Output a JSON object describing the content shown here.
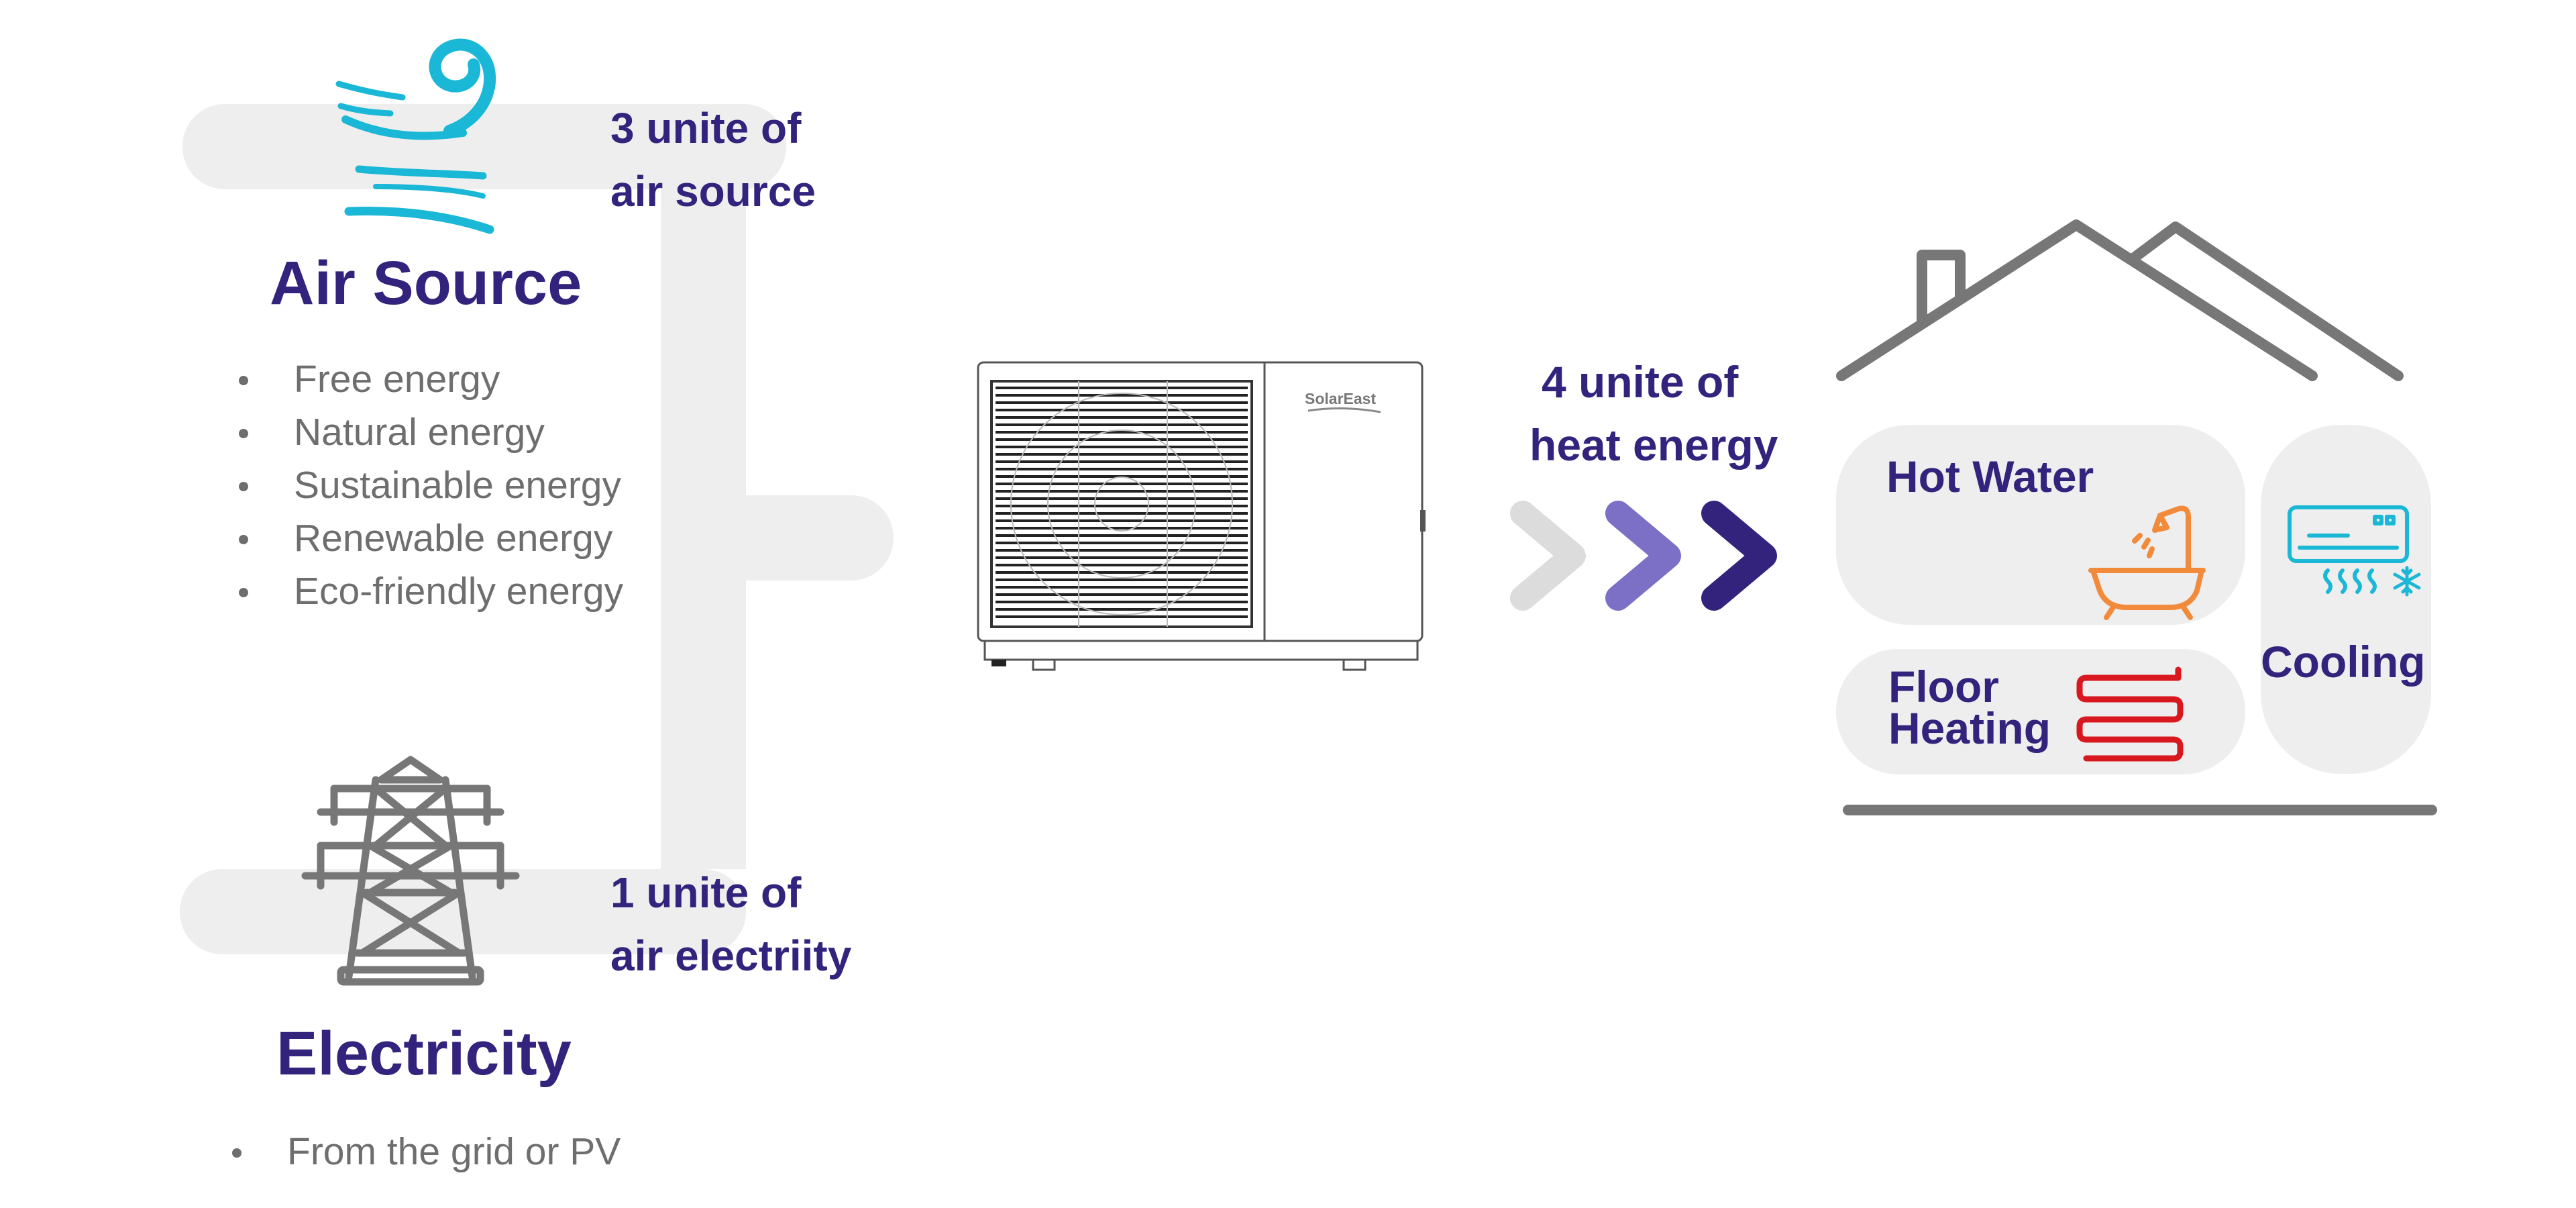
{
  "air_source": {
    "title": "Air Source",
    "units_label": [
      "3 unite of",
      "air source"
    ],
    "benefits": [
      "Free energy",
      "Natural energy",
      "Sustainable energy",
      "Renewable energy",
      "Eco-friendly energy"
    ]
  },
  "electricity": {
    "title": "Electricity",
    "units_label": [
      "1 unite of",
      "air electriity"
    ],
    "benefits": [
      "From the grid or PV"
    ]
  },
  "heat_pump": {
    "brand": "SolarEast"
  },
  "output": {
    "units_label": [
      "4 unite of",
      "heat energy"
    ]
  },
  "house": {
    "hot_water": "Hot Water",
    "floor_heating": [
      "Floor",
      "Heating"
    ],
    "cooling": "Cooling"
  },
  "colors": {
    "heading": "#33237d",
    "body_text": "#6e6e6e",
    "connector": "#eeeeee",
    "house_outline": "#777777",
    "wind_icon": "#1ab8d6",
    "bath_icon": "#f28a3c",
    "heating_coil": "#d8181e",
    "ac_icon": "#1ab8d6",
    "arrow_light": "#dcdcdc",
    "arrow_mid": "#7b6fc6",
    "arrow_dark": "#33237d"
  }
}
